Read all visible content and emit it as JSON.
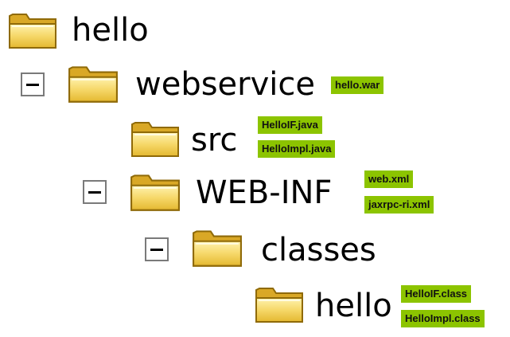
{
  "tree": {
    "root": {
      "label": "hello",
      "children": {
        "webservice": {
          "label": "webservice",
          "archive": "hello.war",
          "src": {
            "label": "src",
            "files": [
              "HelloIF.java",
              "HelloImpl.java"
            ]
          },
          "webinf": {
            "label": "WEB-INF",
            "files": [
              "web.xml",
              "jaxrpc-ri.xml"
            ],
            "classes": {
              "label": "classes",
              "hello": {
                "label": "hello",
                "files": [
                  "HelloIF.class",
                  "HelloImpl.class"
                ]
              }
            }
          }
        }
      }
    }
  },
  "colors": {
    "badge": "#8cc400",
    "folder_fill": "#f6d86a",
    "folder_outline": "#b08a10",
    "toggle_border": "#7a7a7a"
  },
  "icons": {
    "folder": "folder-icon",
    "collapse": "collapse-toggle-icon"
  }
}
